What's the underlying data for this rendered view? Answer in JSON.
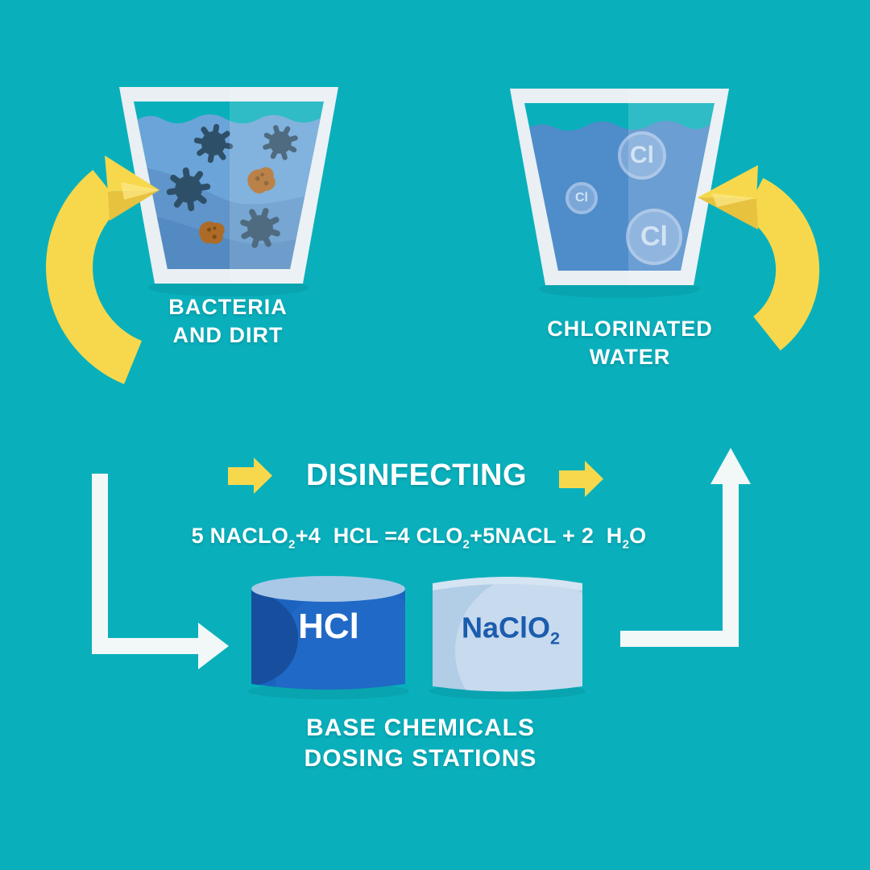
{
  "colors": {
    "bg": "#09b0bc",
    "yellow": "#f7d84c",
    "yellow-dark": "#e7c23e",
    "yellow-light": "#fce98a",
    "white": "#f2f7f8",
    "cup-border": "#e9eff3",
    "water-light": "#6ba4d8",
    "water-mid": "#5f95ca",
    "water-deep": "#538ac2",
    "water-right": "#4f8cca",
    "bubble": "#7ba7d8",
    "bubble-ring": "#9dbde4",
    "bubble-text": "#d2e3f4",
    "bacteria": "#2e4f68",
    "dirt": "#ad6b27",
    "dirt-dark": "#7e4e1a",
    "tank-blue": "#1c63c0",
    "tank-blue-dark": "#174f9e",
    "tank-blue-top": "#a9c8e7",
    "tank-light": "#b2cde6",
    "tank-light-top": "#d5e4f2",
    "tank-text-dark": "#1b5cad",
    "text": "#ffffff"
  },
  "left_cup": {
    "label_line1": "BACTERIA",
    "label_line2": "AND DIRT"
  },
  "right_cup": {
    "label_line1": "CHLORINATED",
    "label_line2": "WATER",
    "bubble1": "Cl",
    "bubble2": "Cl",
    "bubble3": "Cl"
  },
  "process": {
    "title": "DISINFECTING"
  },
  "equation": {
    "p1": "5 NACLO",
    "s1": "2",
    "p2": "+4  HCL =4 CLO",
    "s2": "2",
    "p3": "+5NACL + 2  H",
    "s3": "2",
    "p4": "O"
  },
  "stations": {
    "tank1_label": "HCl",
    "tank2_label": "NaClO",
    "tank2_sub": "2",
    "caption_line1": "BASE CHEMICALS",
    "caption_line2": "DOSING STATIONS"
  }
}
